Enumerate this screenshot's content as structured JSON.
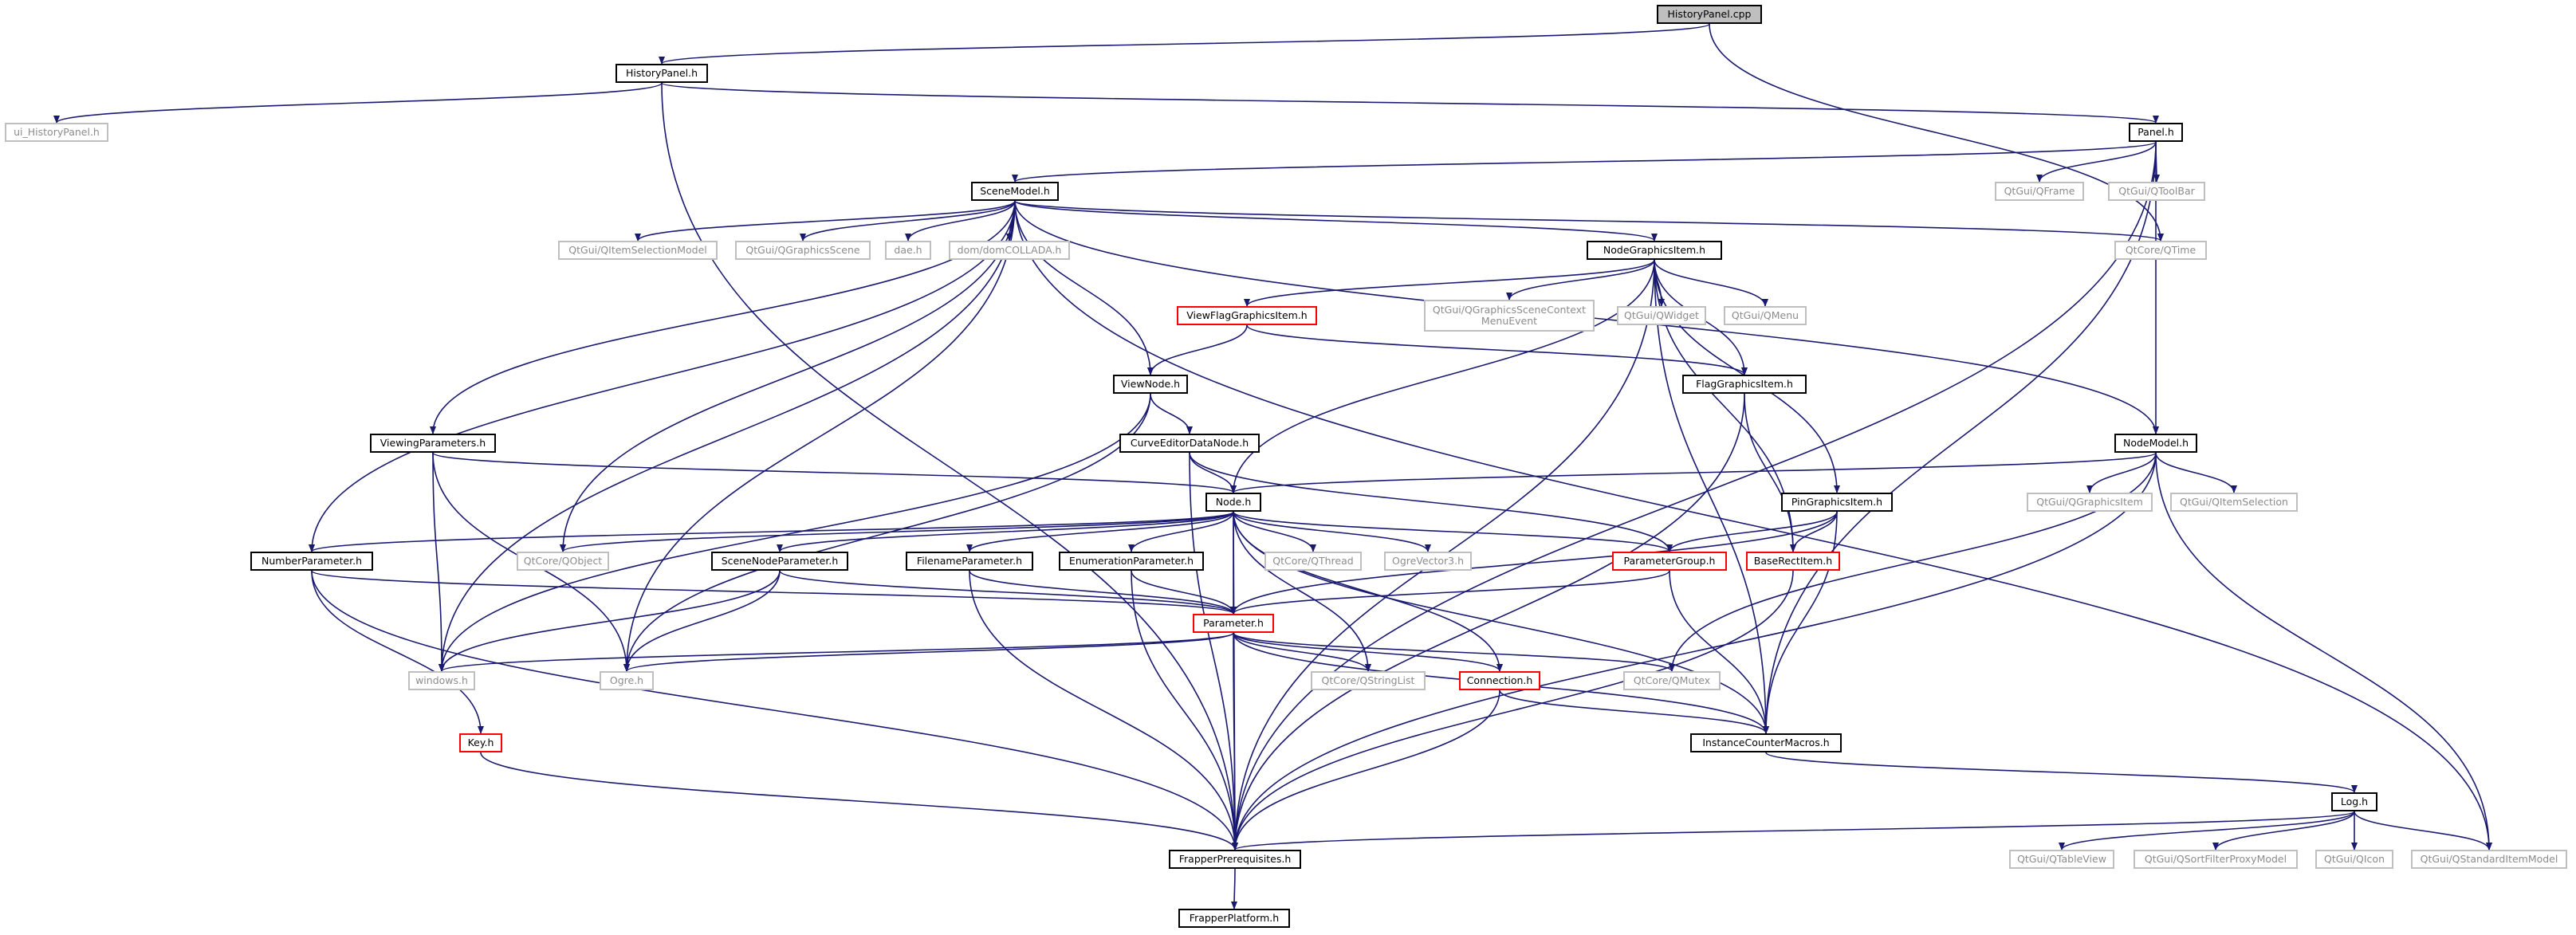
{
  "colors": {
    "edge": "#191970",
    "doc_border": "#000000",
    "missing_border": "#ff0000",
    "external_border": "#bfbfbf",
    "root_fill": "#bfbfbf"
  },
  "nodes": {
    "historypanel_cpp": {
      "label": "HistoryPanel.cpp",
      "style": "root"
    },
    "historypanel_h": {
      "label": "HistoryPanel.h",
      "style": "doc"
    },
    "ui_historypanel_h": {
      "label": "ui_HistoryPanel.h",
      "style": "ext"
    },
    "panel_h": {
      "label": "Panel.h",
      "style": "doc"
    },
    "scenemodel_h": {
      "label": "SceneModel.h",
      "style": "doc"
    },
    "qtgui_qframe": {
      "label": "QtGui/QFrame",
      "style": "ext"
    },
    "qtgui_qtoolbar": {
      "label": "QtGui/QToolBar",
      "style": "ext"
    },
    "qtgui_qitemselectionmodel": {
      "label": "QtGui/QItemSelectionModel",
      "style": "ext"
    },
    "qtgui_qgraphicsscene": {
      "label": "QtGui/QGraphicsScene",
      "style": "ext"
    },
    "dae_h": {
      "label": "dae.h",
      "style": "ext"
    },
    "dom_domcollada_h": {
      "label": "dom/domCOLLADA.h",
      "style": "ext"
    },
    "nodegraphicsitem_h": {
      "label": "NodeGraphicsItem.h",
      "style": "doc"
    },
    "qtcore_qtime": {
      "label": "QtCore/QTime",
      "style": "ext"
    },
    "viewflaggraphicsitem_h": {
      "label": "ViewFlagGraphicsItem.h",
      "style": "red"
    },
    "qtgui_qgraphicsscenecontextmenuevent": {
      "label": "QtGui/QGraphicsSceneContext MenuEvent",
      "style": "ext"
    },
    "qtgui_qwidget": {
      "label": "QtGui/QWidget",
      "style": "ext"
    },
    "qtgui_qmenu": {
      "label": "QtGui/QMenu",
      "style": "ext"
    },
    "viewnode_h": {
      "label": "ViewNode.h",
      "style": "doc"
    },
    "flaggraphicsitem_h": {
      "label": "FlagGraphicsItem.h",
      "style": "doc"
    },
    "viewingparameters_h": {
      "label": "ViewingParameters.h",
      "style": "doc"
    },
    "curveeditordatanode_h": {
      "label": "CurveEditorDataNode.h",
      "style": "doc"
    },
    "nodemodel_h": {
      "label": "NodeModel.h",
      "style": "doc"
    },
    "qtgui_qgraphicsitem": {
      "label": "QtGui/QGraphicsItem",
      "style": "ext"
    },
    "qtgui_qitemselection": {
      "label": "QtGui/QItemSelection",
      "style": "ext"
    },
    "node_h": {
      "label": "Node.h",
      "style": "doc"
    },
    "pingraphicsitem_h": {
      "label": "PinGraphicsItem.h",
      "style": "doc"
    },
    "numberparameter_h": {
      "label": "NumberParameter.h",
      "style": "doc"
    },
    "qtcore_qobject": {
      "label": "QtCore/QObject",
      "style": "ext"
    },
    "scenenodeparameter_h": {
      "label": "SceneNodeParameter.h",
      "style": "doc"
    },
    "filenameparameter_h": {
      "label": "FilenameParameter.h",
      "style": "doc"
    },
    "enumerationparameter_h": {
      "label": "EnumerationParameter.h",
      "style": "doc"
    },
    "qtcore_qthread": {
      "label": "QtCore/QThread",
      "style": "ext"
    },
    "ogrevector3_h": {
      "label": "OgreVector3.h",
      "style": "ext"
    },
    "parametergroup_h": {
      "label": "ParameterGroup.h",
      "style": "red"
    },
    "baserectitem_h": {
      "label": "BaseRectItem.h",
      "style": "red"
    },
    "parameter_h": {
      "label": "Parameter.h",
      "style": "red"
    },
    "windows_h": {
      "label": "windows.h",
      "style": "ext"
    },
    "ogre_h": {
      "label": "Ogre.h",
      "style": "ext"
    },
    "qtcore_qstringlist": {
      "label": "QtCore/QStringList",
      "style": "ext"
    },
    "connection_h": {
      "label": "Connection.h",
      "style": "red"
    },
    "qtcore_qmutex": {
      "label": "QtCore/QMutex",
      "style": "ext"
    },
    "key_h": {
      "label": "Key.h",
      "style": "red"
    },
    "instancecountermacros_h": {
      "label": "InstanceCounterMacros.h",
      "style": "doc"
    },
    "log_h": {
      "label": "Log.h",
      "style": "doc"
    },
    "frapperprerequisites_h": {
      "label": "FrapperPrerequisites.h",
      "style": "doc"
    },
    "qtgui_qtableview": {
      "label": "QtGui/QTableView",
      "style": "ext"
    },
    "qtgui_qsortfilterproxymodel": {
      "label": "QtGui/QSortFilterProxyModel",
      "style": "ext"
    },
    "qtgui_qicon": {
      "label": "QtGui/QIcon",
      "style": "ext"
    },
    "qtgui_qstandarditemmodel": {
      "label": "QtGui/QStandardItemModel",
      "style": "ext"
    },
    "frapperplatform_h": {
      "label": "FrapperPlatform.h",
      "style": "doc"
    }
  },
  "edges": [
    [
      "historypanel_cpp",
      "historypanel_h"
    ],
    [
      "historypanel_cpp",
      "qtcore_qtime"
    ],
    [
      "historypanel_h",
      "ui_historypanel_h"
    ],
    [
      "historypanel_h",
      "panel_h"
    ],
    [
      "historypanel_h",
      "frapperprerequisites_h"
    ],
    [
      "panel_h",
      "scenemodel_h"
    ],
    [
      "panel_h",
      "qtgui_qframe"
    ],
    [
      "panel_h",
      "qtgui_qtoolbar"
    ],
    [
      "panel_h",
      "nodemodel_h"
    ],
    [
      "panel_h",
      "instancecountermacros_h"
    ],
    [
      "panel_h",
      "frapperprerequisites_h"
    ],
    [
      "scenemodel_h",
      "qtgui_qitemselectionmodel"
    ],
    [
      "scenemodel_h",
      "qtgui_qgraphicsscene"
    ],
    [
      "scenemodel_h",
      "dae_h"
    ],
    [
      "scenemodel_h",
      "dom_domcollada_h"
    ],
    [
      "scenemodel_h",
      "nodegraphicsitem_h"
    ],
    [
      "scenemodel_h",
      "qtcore_qtime"
    ],
    [
      "scenemodel_h",
      "qtgui_qstandarditemmodel"
    ],
    [
      "scenemodel_h",
      "viewnode_h"
    ],
    [
      "scenemodel_h",
      "viewingparameters_h"
    ],
    [
      "scenemodel_h",
      "numberparameter_h"
    ],
    [
      "scenemodel_h",
      "qtcore_qobject"
    ],
    [
      "scenemodel_h",
      "windows_h"
    ],
    [
      "scenemodel_h",
      "ogre_h"
    ],
    [
      "scenemodel_h",
      "nodemodel_h"
    ],
    [
      "nodegraphicsitem_h",
      "viewflaggraphicsitem_h"
    ],
    [
      "nodegraphicsitem_h",
      "qtgui_qgraphicsscenecontextmenuevent"
    ],
    [
      "nodegraphicsitem_h",
      "qtgui_qwidget"
    ],
    [
      "nodegraphicsitem_h",
      "qtgui_qmenu"
    ],
    [
      "nodegraphicsitem_h",
      "flaggraphicsitem_h"
    ],
    [
      "nodegraphicsitem_h",
      "node_h"
    ],
    [
      "nodegraphicsitem_h",
      "pingraphicsitem_h"
    ],
    [
      "nodegraphicsitem_h",
      "baserectitem_h"
    ],
    [
      "nodegraphicsitem_h",
      "instancecountermacros_h"
    ],
    [
      "nodegraphicsitem_h",
      "frapperprerequisites_h"
    ],
    [
      "viewflaggraphicsitem_h",
      "viewnode_h"
    ],
    [
      "viewflaggraphicsitem_h",
      "flaggraphicsitem_h"
    ],
    [
      "flaggraphicsitem_h",
      "baserectitem_h"
    ],
    [
      "flaggraphicsitem_h",
      "frapperprerequisites_h"
    ],
    [
      "viewnode_h",
      "curveeditordatanode_h"
    ],
    [
      "viewnode_h",
      "windows_h"
    ],
    [
      "viewnode_h",
      "ogre_h"
    ],
    [
      "viewingparameters_h",
      "node_h"
    ],
    [
      "viewingparameters_h",
      "windows_h"
    ],
    [
      "viewingparameters_h",
      "ogre_h"
    ],
    [
      "curveeditordatanode_h",
      "node_h"
    ],
    [
      "curveeditordatanode_h",
      "parametergroup_h"
    ],
    [
      "curveeditordatanode_h",
      "frapperprerequisites_h"
    ],
    [
      "nodemodel_h",
      "node_h"
    ],
    [
      "nodemodel_h",
      "qtgui_qgraphicsitem"
    ],
    [
      "nodemodel_h",
      "qtgui_qitemselection"
    ],
    [
      "nodemodel_h",
      "qtgui_qstandarditemmodel"
    ],
    [
      "nodemodel_h",
      "qtcore_qmutex"
    ],
    [
      "nodemodel_h",
      "frapperprerequisites_h"
    ],
    [
      "node_h",
      "numberparameter_h"
    ],
    [
      "node_h",
      "qtcore_qobject"
    ],
    [
      "node_h",
      "scenenodeparameter_h"
    ],
    [
      "node_h",
      "filenameparameter_h"
    ],
    [
      "node_h",
      "enumerationparameter_h"
    ],
    [
      "node_h",
      "qtcore_qthread"
    ],
    [
      "node_h",
      "ogrevector3_h"
    ],
    [
      "node_h",
      "parametergroup_h"
    ],
    [
      "node_h",
      "parameter_h"
    ],
    [
      "node_h",
      "qtcore_qstringlist"
    ],
    [
      "node_h",
      "connection_h"
    ],
    [
      "node_h",
      "instancecountermacros_h"
    ],
    [
      "node_h",
      "frapperprerequisites_h"
    ],
    [
      "pingraphicsitem_h",
      "parametergroup_h"
    ],
    [
      "pingraphicsitem_h",
      "baserectitem_h"
    ],
    [
      "pingraphicsitem_h",
      "parameter_h"
    ],
    [
      "pingraphicsitem_h",
      "instancecountermacros_h"
    ],
    [
      "numberparameter_h",
      "parameter_h"
    ],
    [
      "numberparameter_h",
      "key_h"
    ],
    [
      "numberparameter_h",
      "frapperprerequisites_h"
    ],
    [
      "scenenodeparameter_h",
      "parameter_h"
    ],
    [
      "scenenodeparameter_h",
      "windows_h"
    ],
    [
      "scenenodeparameter_h",
      "ogre_h"
    ],
    [
      "filenameparameter_h",
      "parameter_h"
    ],
    [
      "filenameparameter_h",
      "frapperprerequisites_h"
    ],
    [
      "enumerationparameter_h",
      "parameter_h"
    ],
    [
      "enumerationparameter_h",
      "frapperprerequisites_h"
    ],
    [
      "parametergroup_h",
      "parameter_h"
    ],
    [
      "parametergroup_h",
      "instancecountermacros_h"
    ],
    [
      "baserectitem_h",
      "frapperprerequisites_h"
    ],
    [
      "parameter_h",
      "windows_h"
    ],
    [
      "parameter_h",
      "ogre_h"
    ],
    [
      "parameter_h",
      "qtcore_qstringlist"
    ],
    [
      "parameter_h",
      "connection_h"
    ],
    [
      "parameter_h",
      "qtcore_qmutex"
    ],
    [
      "parameter_h",
      "instancecountermacros_h"
    ],
    [
      "parameter_h",
      "frapperprerequisites_h"
    ],
    [
      "connection_h",
      "instancecountermacros_h"
    ],
    [
      "connection_h",
      "frapperprerequisites_h"
    ],
    [
      "key_h",
      "frapperprerequisites_h"
    ],
    [
      "instancecountermacros_h",
      "log_h"
    ],
    [
      "log_h",
      "frapperprerequisites_h"
    ],
    [
      "log_h",
      "qtgui_qtableview"
    ],
    [
      "log_h",
      "qtgui_qsortfilterproxymodel"
    ],
    [
      "log_h",
      "qtgui_qicon"
    ],
    [
      "log_h",
      "qtgui_qstandarditemmodel"
    ],
    [
      "frapperprerequisites_h",
      "frapperplatform_h"
    ]
  ]
}
